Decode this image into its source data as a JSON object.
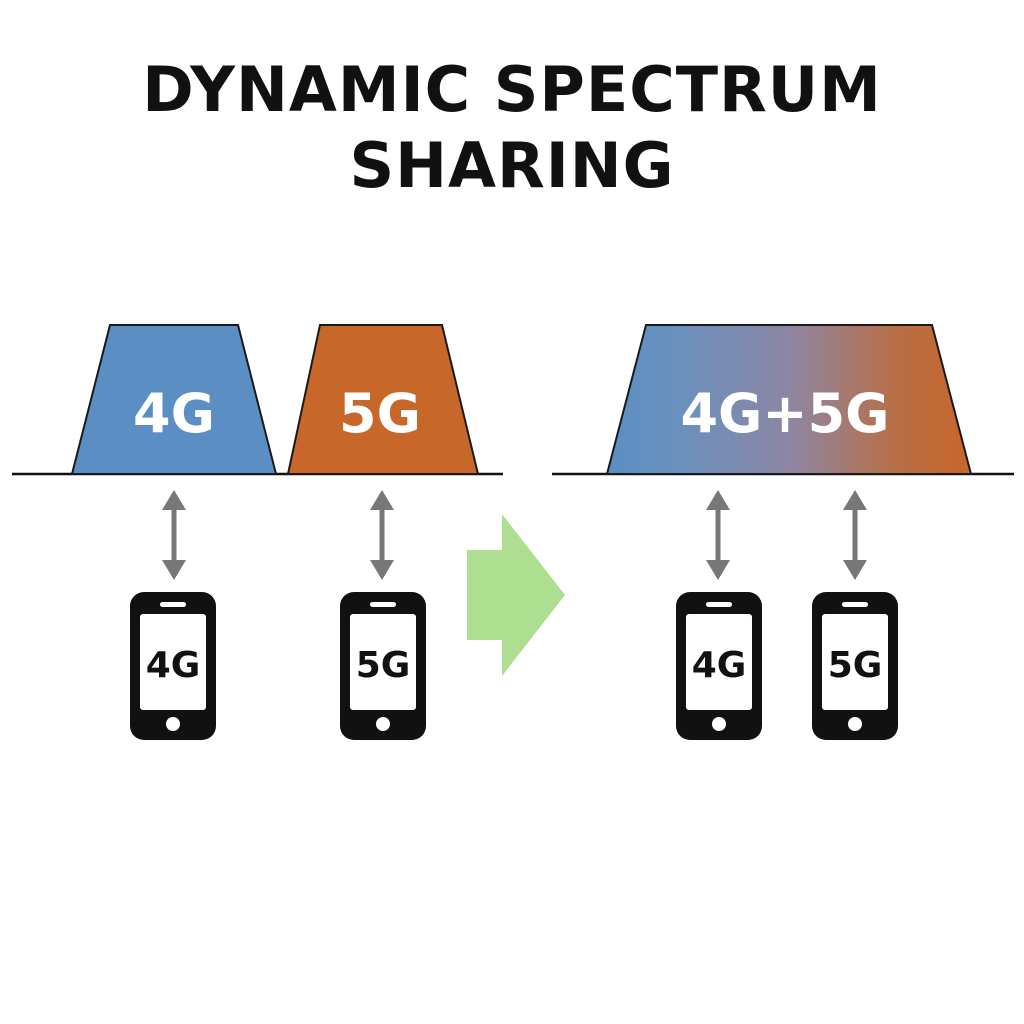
{
  "title": {
    "line1": "DYNAMIC SPECTRUM",
    "line2": "SHARING"
  },
  "before": {
    "bands": [
      {
        "label": "4G",
        "color": "#5b8fc4"
      },
      {
        "label": "5G",
        "color": "#c8672a"
      }
    ],
    "phones": [
      {
        "label": "4G"
      },
      {
        "label": "5G"
      }
    ]
  },
  "after": {
    "band": {
      "label": "4G+5G",
      "gradient": [
        "#5b8fc4",
        "#8a8aa8",
        "#c8672a"
      ]
    },
    "phones": [
      {
        "label": "4G"
      },
      {
        "label": "5G"
      }
    ]
  },
  "colors": {
    "transition_arrow": "#aede90",
    "link_arrow": "#777777",
    "phone": "#111111",
    "baseline": "#111111"
  },
  "icons": {
    "transition": "right-arrow-icon",
    "link": "double-arrow-icon",
    "device": "smartphone-icon"
  }
}
